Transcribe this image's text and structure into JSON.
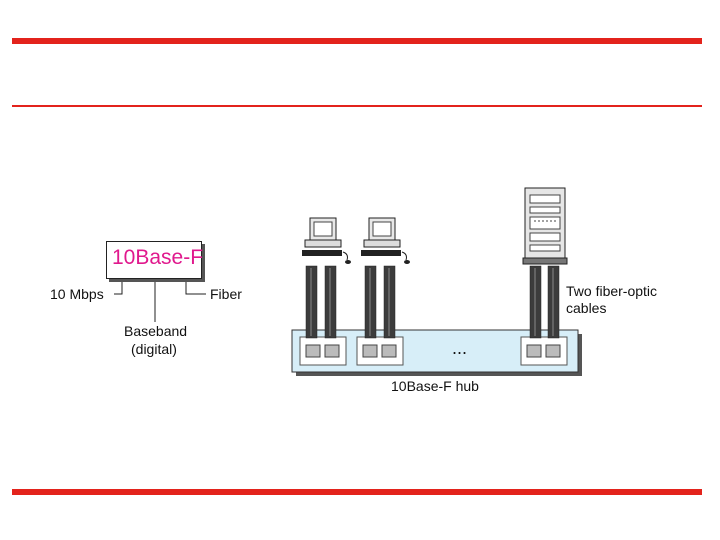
{
  "frame": {
    "accent_color": "#e3231c"
  },
  "designation": {
    "code": "10Base-F",
    "code_color": "#e0198d",
    "rate_label": "10 Mbps",
    "media_label": "Fiber",
    "signal_label_line1": "Baseband",
    "signal_label_line2": "(digital)"
  },
  "network": {
    "cables_label_line1": "Two fiber-optic",
    "cables_label_line2": "cables",
    "hub_label": "10Base-F  hub",
    "hub_color": "#d7eef8",
    "ellipsis": "...",
    "devices": [
      {
        "type": "computer",
        "icon": "computer-icon"
      },
      {
        "type": "computer",
        "icon": "computer-icon"
      },
      {
        "type": "server",
        "icon": "server-icon"
      }
    ]
  }
}
